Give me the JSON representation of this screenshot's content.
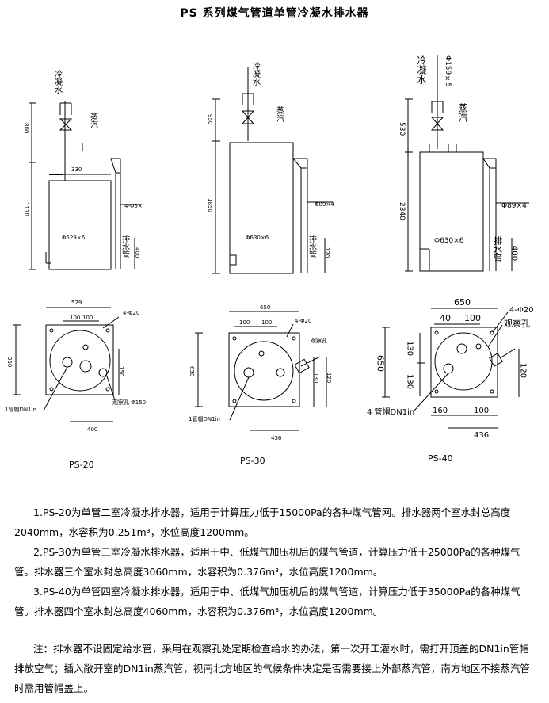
{
  "title": "PS 系列煤气管道单管冷凝水排水器",
  "diagram": {
    "ps20": {
      "caption": "PS-20",
      "elev": {
        "cond": "冷凝水",
        "steam": "蒸汽",
        "w": "330",
        "top": "800",
        "total": "1110",
        "pipe": "4-Φ5×",
        "body": "Φ529×6",
        "outlet": "排水管",
        "b400": "400"
      },
      "plan": {
        "w": "529",
        "h": "350",
        "d100a": "100",
        "d100b": "100",
        "hole": "4-Φ20",
        "obs": "观察孔 Φ150",
        "drain": "1管帽DN1in",
        "bw": "400",
        "d150": "150"
      }
    },
    "ps30": {
      "caption": "PS-30",
      "elev": {
        "cond": "冷凝水",
        "steam": "蒸汽",
        "top": "950",
        "total": "1850",
        "pipe": "Φ89×4",
        "body": "Φ630×6",
        "outlet": "排水管",
        "b120": "120"
      },
      "plan": {
        "w": "650",
        "d100a": "100",
        "d100b": "100",
        "hole": "4-Φ20",
        "obs": "观察孔",
        "h": "650",
        "d130": "130",
        "d120": "120",
        "drain": "1管帽DN1in",
        "bw": "436"
      }
    },
    "ps40": {
      "caption": "PS-40",
      "elev": {
        "cond": "冷凝水",
        "pipe1": "Φ159×5",
        "steam": "蒸汽",
        "top": "530",
        "total": "2340",
        "pipe2": "Φ89×4",
        "body": "Φ630×6",
        "outlet": "排水管",
        "b400": "400"
      },
      "plan": {
        "w": "650",
        "d40": "40",
        "d100a": "100",
        "hole": "4-Φ20",
        "obs": "观察孔",
        "h": "650",
        "d130a": "130",
        "d130b": "130",
        "d120": "120",
        "drain": "4 管帽DN1in",
        "d160": "160",
        "d100b": "100",
        "bw": "436"
      }
    }
  },
  "notes": {
    "n1": "1.PS-20为单管二室冷凝水排水器，适用于计算压力低于15000Pa的各种煤气管网。排水器两个室水封总高度2040mm，水容积为0.251m³，水位高度1200mm。",
    "n2": "2.PS-30为单管三室冷凝水排水器，适用于中、低煤气加压机后的煤气管道，计算压力低于25000Pa的各种煤气管。排水器三个室水封总高度3060mm，水容积为0.376m³，水位高度1200mm。",
    "n3": "3.PS-40为单管四室冷凝水排水器，适用于中、低煤气加压机后的煤气管道，计算压力低于35000Pa的各种煤气管。排水器四个室水封总高度4060mm，水容积为0.376m³，水位高度1200mm。",
    "n4": "注：排水器不设固定给水管，采用在观察孔处定期检查给水的办法，第一次开工灌水时，需打开顶盖的DN1in管帽排放空气；插入敞开室的DN1in蒸汽管，视南北方地区的气候条件决定是否需要接上外部蒸汽管，南方地区不接蒸汽管时需用管帽盖上。"
  }
}
